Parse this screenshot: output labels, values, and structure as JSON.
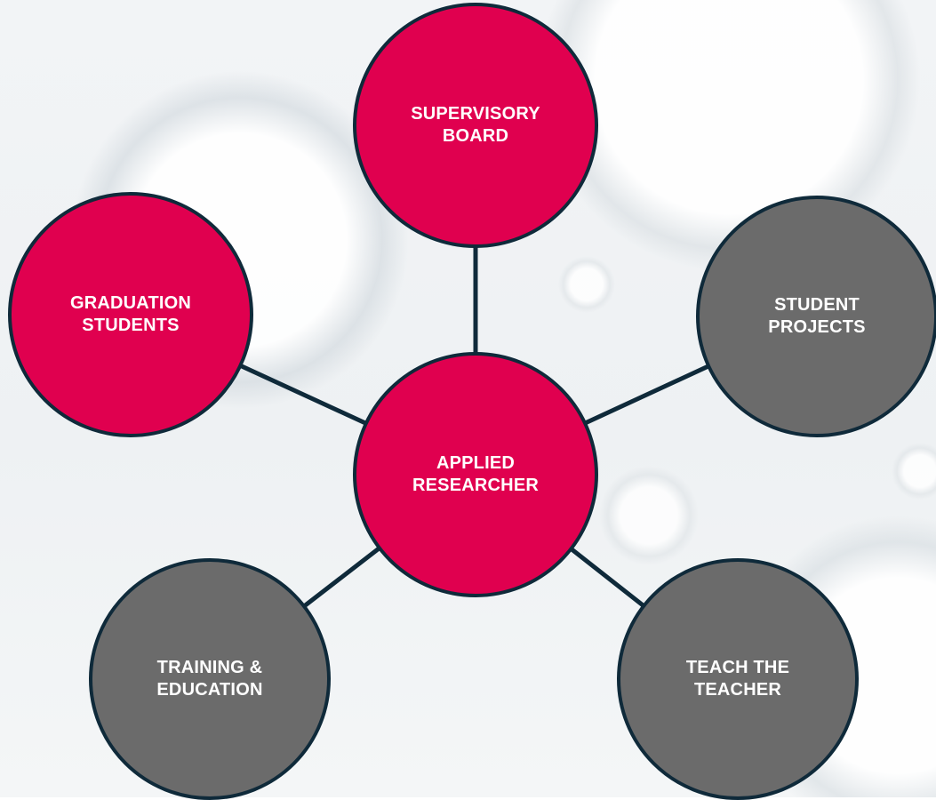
{
  "diagram": {
    "center": {
      "label": "APPLIED\nRESEARCHER",
      "color": "#e0004f"
    },
    "nodes": [
      {
        "id": "supervisory-board",
        "label": "SUPERVISORY\nBOARD",
        "color": "#e0004f"
      },
      {
        "id": "student-projects",
        "label": "STUDENT\nPROJECTS",
        "color": "#6b6b6b"
      },
      {
        "id": "teach-the-teacher",
        "label": "TEACH THE\nTEACHER",
        "color": "#6b6b6b"
      },
      {
        "id": "training-education",
        "label": "TRAINING &\nEDUCATION",
        "color": "#6b6b6b"
      },
      {
        "id": "graduation-students",
        "label": "GRADUATION\nSTUDENTS",
        "color": "#e0004f"
      }
    ],
    "outline_color": "#0f2a3a",
    "connector_color": "#0f2a3a"
  }
}
